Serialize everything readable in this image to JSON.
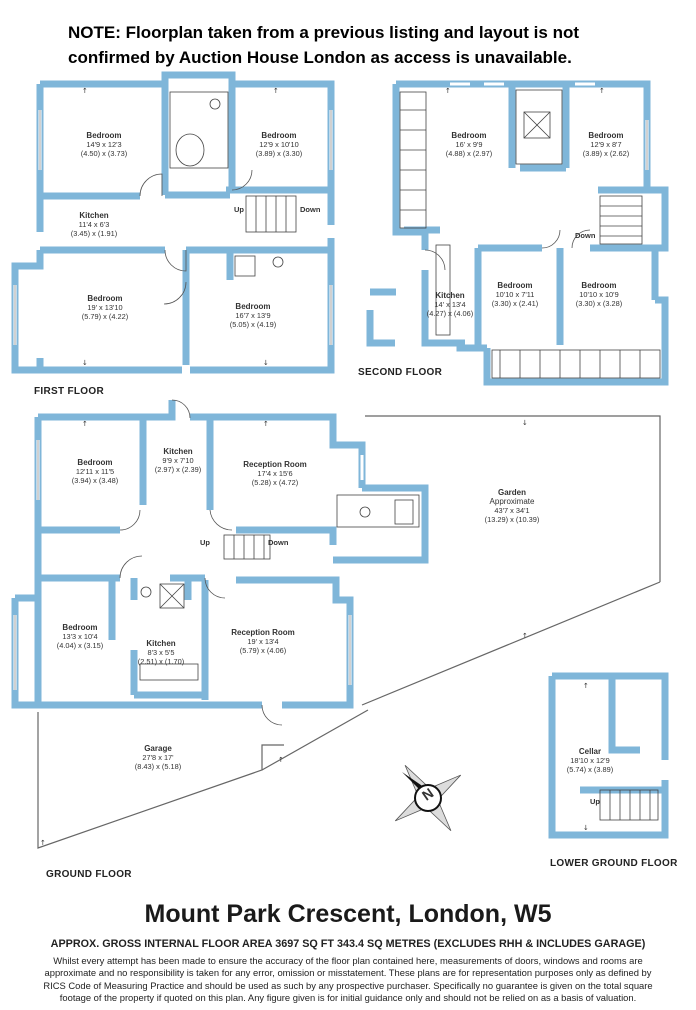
{
  "note": {
    "line1": "NOTE: Floorplan taken from a previous listing and layout is not",
    "line2": "confirmed by Auction House London as access is unavailable."
  },
  "floors": {
    "first": "FIRST FLOOR",
    "second": "SECOND FLOOR",
    "ground": "GROUND FLOOR",
    "lower_ground": "LOWER GROUND FLOOR"
  },
  "rooms": {
    "f1_bed_a": {
      "name": "Bedroom",
      "imperial": "14'9 x 12'3",
      "metric": "(4.50) x (3.73)"
    },
    "f1_bed_b": {
      "name": "Bedroom",
      "imperial": "12'9 x 10'10",
      "metric": "(3.89) x (3.30)"
    },
    "f1_kitchen": {
      "name": "Kitchen",
      "imperial": "11'4 x 6'3",
      "metric": "(3.45) x (1.91)"
    },
    "f1_bed_c": {
      "name": "Bedroom",
      "imperial": "19' x 13'10",
      "metric": "(5.79) x (4.22)"
    },
    "f1_bed_d": {
      "name": "Bedroom",
      "imperial": "16'7 x 13'9",
      "metric": "(5.05) x (4.19)"
    },
    "f2_bed_a": {
      "name": "Bedroom",
      "imperial": "16' x 9'9",
      "metric": "(4.88) x (2.97)"
    },
    "f2_bed_b": {
      "name": "Bedroom",
      "imperial": "12'9 x 8'7",
      "metric": "(3.89) x (2.62)"
    },
    "f2_kitchen": {
      "name": "Kitchen",
      "imperial": "14' x 13'4",
      "metric": "(4.27) x (4.06)"
    },
    "f2_bed_c": {
      "name": "Bedroom",
      "imperial": "10'10 x 7'11",
      "metric": "(3.30) x (2.41)"
    },
    "f2_bed_d": {
      "name": "Bedroom",
      "imperial": "10'10 x 10'9",
      "metric": "(3.30) x (3.28)"
    },
    "g_bed_a": {
      "name": "Bedroom",
      "imperial": "12'11 x 11'5",
      "metric": "(3.94) x (3.48)"
    },
    "g_kitchen_a": {
      "name": "Kitchen",
      "imperial": "9'9 x 7'10",
      "metric": "(2.97) x (2.39)"
    },
    "g_reception_a": {
      "name": "Reception Room",
      "imperial": "17'4 x 15'6",
      "metric": "(5.28) x (4.72)"
    },
    "garden": {
      "name": "Garden",
      "extra": "Approximate",
      "imperial": "43'7 x 34'1",
      "metric": "(13.29) x (10.39)"
    },
    "g_bed_b": {
      "name": "Bedroom",
      "imperial": "13'3 x 10'4",
      "metric": "(4.04) x (3.15)"
    },
    "g_kitchen_b": {
      "name": "Kitchen",
      "imperial": "8'3 x 5'5",
      "metric": "(2.51) x (1.70)"
    },
    "g_reception_b": {
      "name": "Reception Room",
      "imperial": "19' x 13'4",
      "metric": "(5.79) x (4.06)"
    },
    "garage": {
      "name": "Garage",
      "imperial": "27'8 x 17'",
      "metric": "(8.43) x (5.18)"
    },
    "cellar": {
      "name": "Cellar",
      "imperial": "18'10 x 12'9",
      "metric": "(5.74) x (3.89)"
    }
  },
  "stairs": {
    "up": "Up",
    "down": "Down"
  },
  "compass": {
    "letter": "N"
  },
  "colors": {
    "wall": "#7fb6d9",
    "interior": "#ffffff",
    "line": "#333333"
  },
  "footer": {
    "title": "Mount Park Crescent, London, W5",
    "area": "APPROX. GROSS INTERNAL FLOOR AREA 3697 SQ FT 343.4 SQ METRES (EXCLUDES RHH & INCLUDES GARAGE)",
    "disclaimer1": "Whilst every attempt has been made to ensure the accuracy of the floor plan contained here, measurements of doors, windows and rooms are",
    "disclaimer2": "approximate and no responsibility is taken for any error, omission or misstatement. These plans are for representation purposes only as defined by",
    "disclaimer3": "RICS Code of Measuring Practice and should be used as such by any prospective purchaser.  Specifically no guarantee is given on the total square",
    "disclaimer4": "footage of the property if quoted on this plan. Any figure given is for initial guidance only and should not be relied on as a basis of valuation."
  }
}
